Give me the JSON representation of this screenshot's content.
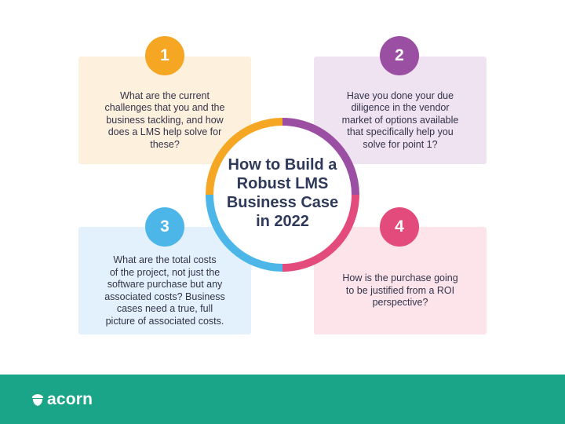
{
  "center": {
    "title_lines": [
      "How to Build a",
      "Robust LMS",
      "Business Case",
      "in 2022"
    ]
  },
  "steps": [
    {
      "number": "1",
      "color": "#f5a623",
      "card_color": "#fdf0dc",
      "text_lines": [
        "What are the current",
        "challenges that you and the",
        "business tackling, and how",
        "does a LMS help solve for",
        "these?"
      ]
    },
    {
      "number": "2",
      "color": "#9b4fa3",
      "card_color": "#efe3f2",
      "text_lines": [
        "Have you done your due",
        "diligence in the vendor",
        "market of options available",
        "that specifically help you",
        "solve for point 1?"
      ]
    },
    {
      "number": "3",
      "color": "#4cb6e9",
      "card_color": "#e2f1fb",
      "text_lines": [
        "What are the total costs",
        "of the project, not just the",
        "software purchase but any",
        "associated costs? Business",
        "cases need a true, full",
        "picture of associated costs."
      ]
    },
    {
      "number": "4",
      "color": "#e34b7c",
      "card_color": "#fce4ea",
      "text_lines": [
        "How is the purchase going",
        "to be justified from a ROI",
        "perspective?"
      ]
    }
  ],
  "footer": {
    "brand": "acorn",
    "logo_icon": "acorn-icon",
    "color": "#1aa588"
  }
}
